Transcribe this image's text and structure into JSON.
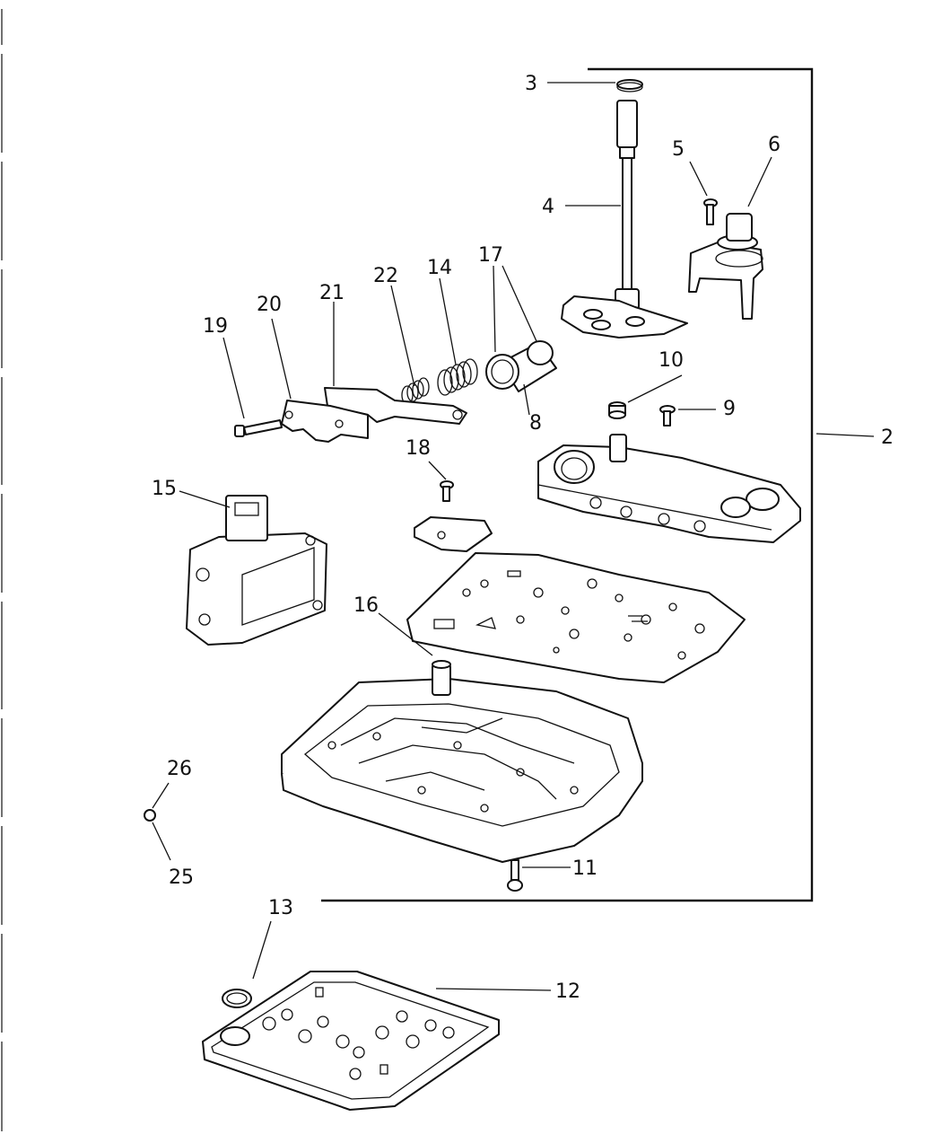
{
  "callouts": {
    "c2": "2",
    "c3": "3",
    "c4": "4",
    "c5": "5",
    "c6": "6",
    "c8": "8",
    "c9": "9",
    "c10": "10",
    "c11": "11",
    "c12": "12",
    "c13": "13",
    "c14": "14",
    "c15": "15",
    "c16": "16",
    "c17": "17",
    "c18": "18",
    "c19": "19",
    "c20": "20",
    "c21": "21",
    "c22": "22",
    "c25": "25",
    "c26": "26"
  },
  "colors": {
    "ink": "#111111",
    "paper": "#ffffff"
  }
}
